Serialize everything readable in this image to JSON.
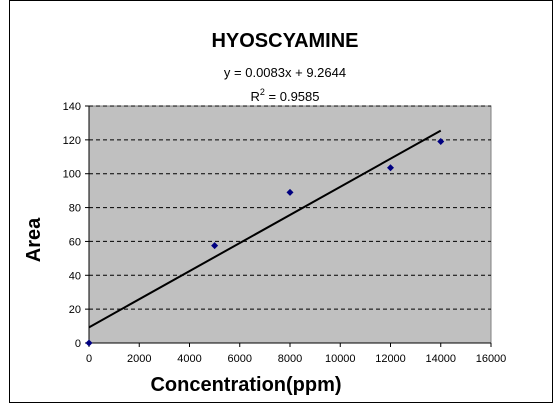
{
  "chart_data": {
    "type": "scatter",
    "title": "HYOSCYAMINE",
    "xlabel": "Concentration(ppm)",
    "ylabel": "Area",
    "xlim": [
      0,
      16000
    ],
    "ylim": [
      0,
      140
    ],
    "xticks": [
      0,
      2000,
      4000,
      6000,
      8000,
      10000,
      12000,
      14000,
      16000
    ],
    "yticks": [
      0,
      20,
      40,
      60,
      80,
      100,
      120,
      140
    ],
    "grid": "horizontal-dashed",
    "plot_area_color": "#c0c0c0",
    "marker_color": "#000080",
    "points": [
      {
        "x": 0,
        "y": 0
      },
      {
        "x": 5000,
        "y": 57.5
      },
      {
        "x": 8000,
        "y": 89
      },
      {
        "x": 12000,
        "y": 103.5
      },
      {
        "x": 14000,
        "y": 119
      }
    ],
    "trendline": {
      "slope": 0.0083,
      "intercept": 9.2644,
      "x_range": [
        0,
        14000
      ],
      "equation_text": "y = 0.0083x + 9.2644",
      "r2_prefix": "R",
      "r2_power": "2",
      "r2_value_text": " = 0.9585"
    }
  }
}
